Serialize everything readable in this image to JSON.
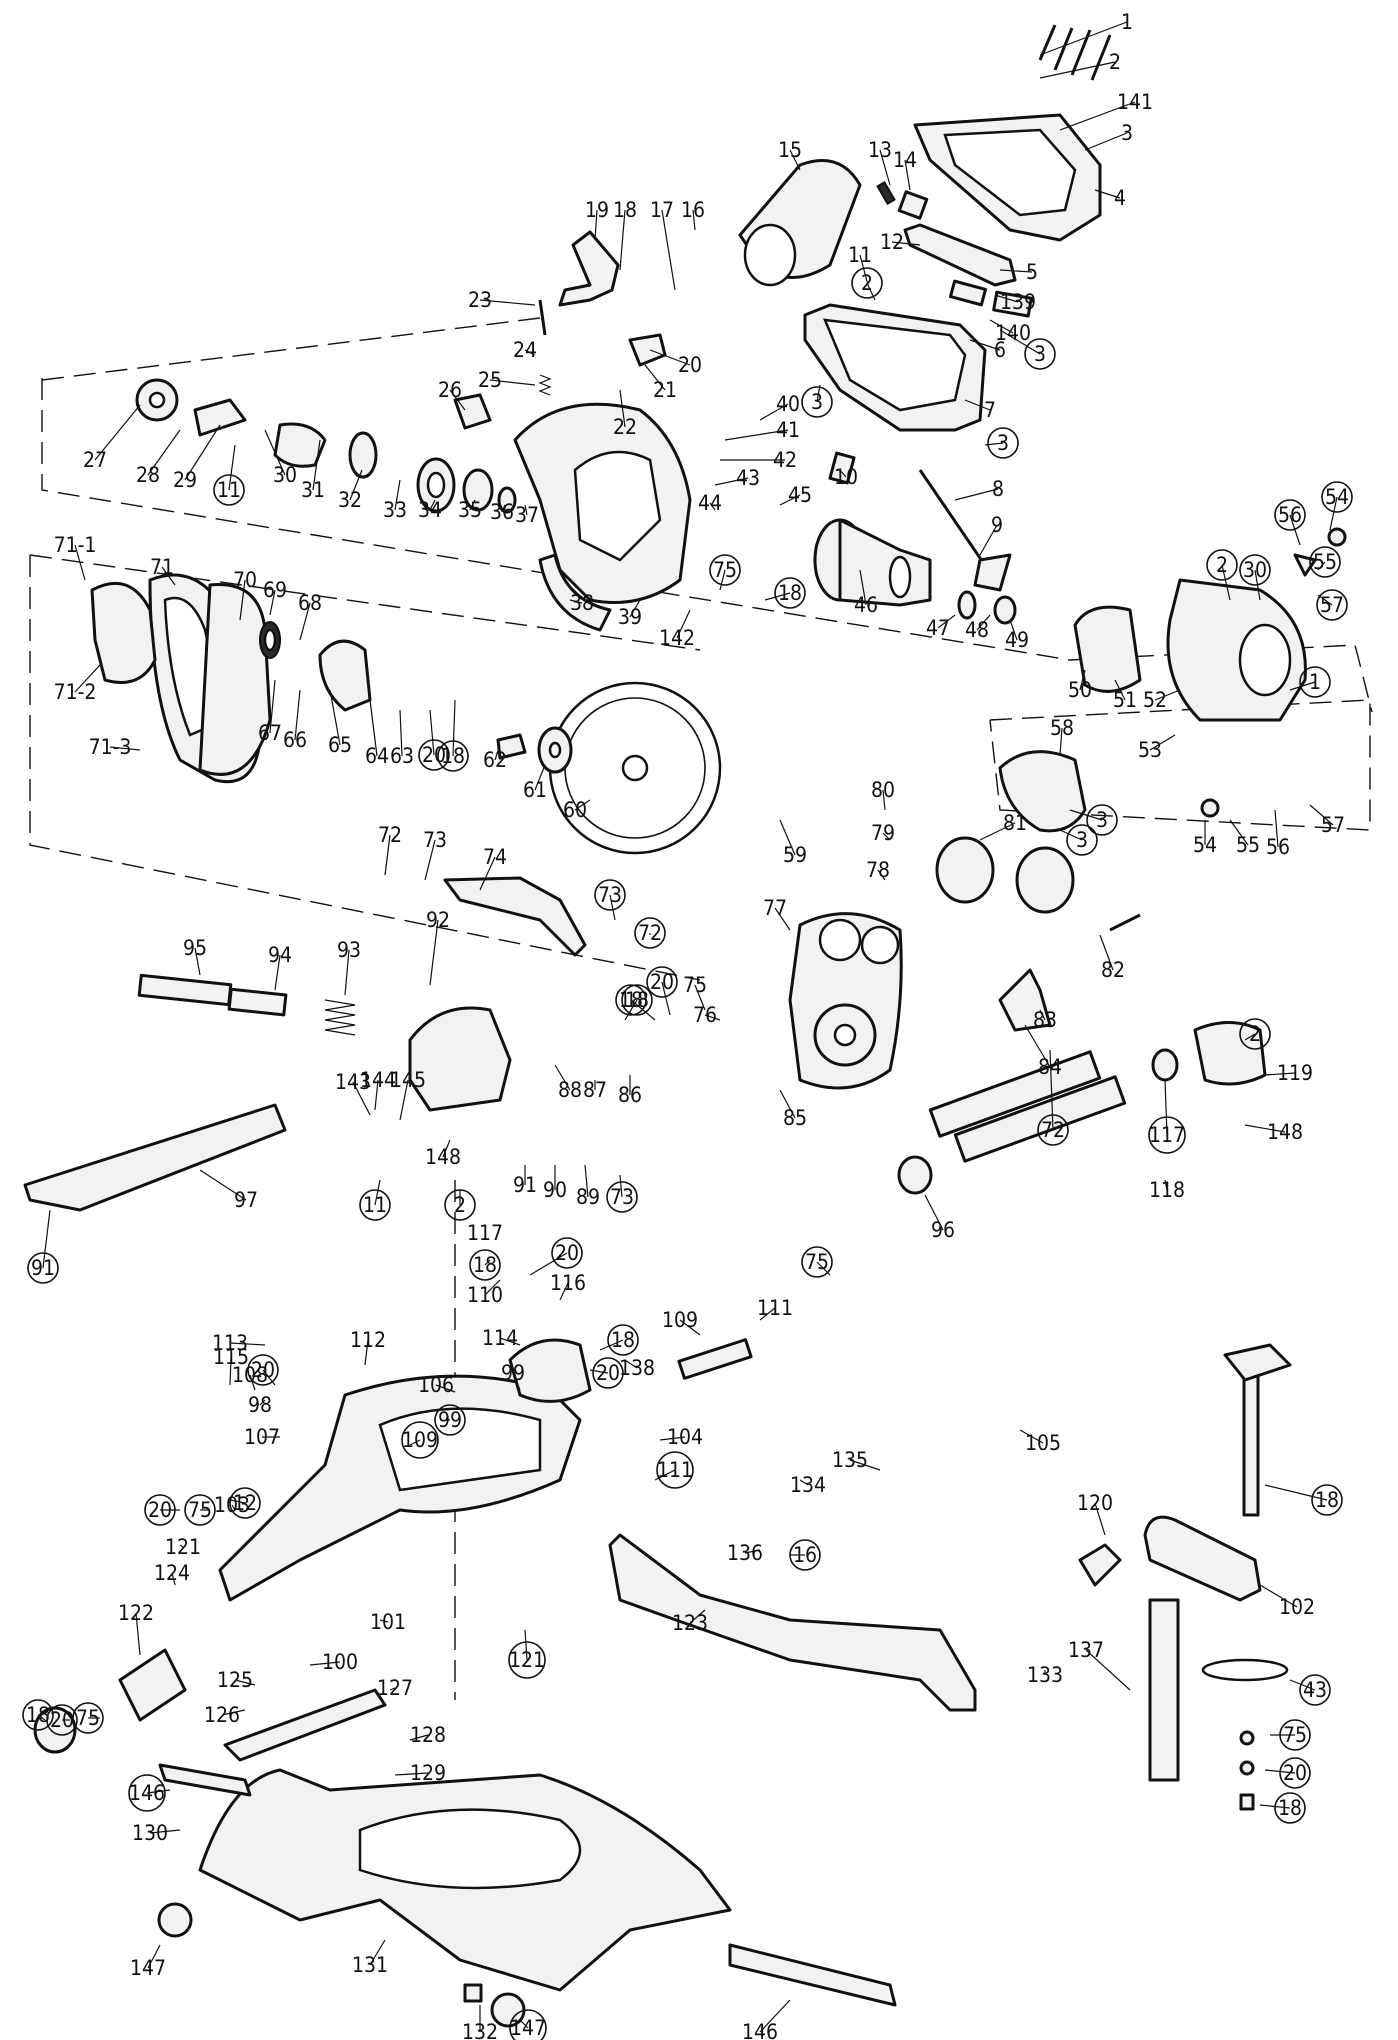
{
  "parts": [
    {
      "label": "1",
      "circled": false
    },
    {
      "label": "2",
      "circled": false
    },
    {
      "label": "141",
      "circled": false
    },
    {
      "label": "3",
      "circled": false
    },
    {
      "label": "4",
      "circled": false
    },
    {
      "label": "13",
      "circled": false
    },
    {
      "label": "14",
      "circled": false
    },
    {
      "label": "15",
      "circled": false
    },
    {
      "label": "5",
      "circled": false
    },
    {
      "label": "12",
      "circled": false
    },
    {
      "label": "11",
      "circled": false
    },
    {
      "label": "2",
      "circled": true
    },
    {
      "label": "139",
      "circled": false
    },
    {
      "label": "140",
      "circled": false
    },
    {
      "label": "3",
      "circled": true
    },
    {
      "label": "6",
      "circled": false
    },
    {
      "label": "19",
      "circled": false
    },
    {
      "label": "18",
      "circled": false
    },
    {
      "label": "17",
      "circled": false
    },
    {
      "label": "16",
      "circled": false
    },
    {
      "label": "23",
      "circled": false
    },
    {
      "label": "24",
      "circled": false
    },
    {
      "label": "20",
      "circled": false
    },
    {
      "label": "21",
      "circled": false
    },
    {
      "label": "25",
      "circled": false
    },
    {
      "label": "22",
      "circled": false
    },
    {
      "label": "26",
      "circled": false
    },
    {
      "label": "3",
      "circled": true
    },
    {
      "label": "7",
      "circled": false
    },
    {
      "label": "40",
      "circled": false
    },
    {
      "label": "41",
      "circled": false
    },
    {
      "label": "3",
      "circled": true
    },
    {
      "label": "42",
      "circled": false
    },
    {
      "label": "43",
      "circled": false
    },
    {
      "label": "10",
      "circled": false
    },
    {
      "label": "8",
      "circled": false
    },
    {
      "label": "27",
      "circled": false
    },
    {
      "label": "28",
      "circled": false
    },
    {
      "label": "29",
      "circled": false
    },
    {
      "label": "11",
      "circled": true
    },
    {
      "label": "30",
      "circled": false
    },
    {
      "label": "31",
      "circled": false
    },
    {
      "label": "32",
      "circled": false
    },
    {
      "label": "33",
      "circled": false
    },
    {
      "label": "34",
      "circled": false
    },
    {
      "label": "35",
      "circled": false
    },
    {
      "label": "36",
      "circled": false
    },
    {
      "label": "37",
      "circled": false
    },
    {
      "label": "44",
      "circled": false
    },
    {
      "label": "45",
      "circled": false
    },
    {
      "label": "9",
      "circled": false
    },
    {
      "label": "54",
      "circled": true
    },
    {
      "label": "56",
      "circled": true
    },
    {
      "label": "55",
      "circled": true
    },
    {
      "label": "57",
      "circled": true
    },
    {
      "label": "71-1",
      "circled": false
    },
    {
      "label": "71",
      "circled": false
    },
    {
      "label": "70",
      "circled": false
    },
    {
      "label": "69",
      "circled": false
    },
    {
      "label": "68",
      "circled": false
    },
    {
      "label": "71-2",
      "circled": false
    },
    {
      "label": "71-3",
      "circled": false
    },
    {
      "label": "67",
      "circled": false
    },
    {
      "label": "66",
      "circled": false
    },
    {
      "label": "65",
      "circled": false
    },
    {
      "label": "64",
      "circled": false
    },
    {
      "label": "63",
      "circled": false
    },
    {
      "label": "20",
      "circled": true
    },
    {
      "label": "18",
      "circled": true
    },
    {
      "label": "38",
      "circled": false
    },
    {
      "label": "39",
      "circled": false
    },
    {
      "label": "75",
      "circled": true
    },
    {
      "label": "18",
      "circled": true
    },
    {
      "label": "142",
      "circled": false
    },
    {
      "label": "46",
      "circled": false
    },
    {
      "label": "47",
      "circled": false
    },
    {
      "label": "48",
      "circled": false
    },
    {
      "label": "49",
      "circled": false
    },
    {
      "label": "2",
      "circled": true
    },
    {
      "label": "30",
      "circled": true
    },
    {
      "label": "1",
      "circled": true
    },
    {
      "label": "50",
      "circled": false
    },
    {
      "label": "51",
      "circled": false
    },
    {
      "label": "52",
      "circled": false
    },
    {
      "label": "53",
      "circled": false
    },
    {
      "label": "3",
      "circled": true
    },
    {
      "label": "59",
      "circled": false
    },
    {
      "label": "62",
      "circled": false
    },
    {
      "label": "61",
      "circled": false
    },
    {
      "label": "60",
      "circled": false
    },
    {
      "label": "58",
      "circled": false
    },
    {
      "label": "3",
      "circled": true
    },
    {
      "label": "54",
      "circled": false
    },
    {
      "label": "55",
      "circled": false
    },
    {
      "label": "56",
      "circled": false
    },
    {
      "label": "57",
      "circled": false
    },
    {
      "label": "80",
      "circled": false
    },
    {
      "label": "79",
      "circled": false
    },
    {
      "label": "78",
      "circled": false
    },
    {
      "label": "81",
      "circled": false
    },
    {
      "label": "72",
      "circled": false
    },
    {
      "label": "73",
      "circled": false
    },
    {
      "label": "74",
      "circled": false
    },
    {
      "label": "73",
      "circled": true
    },
    {
      "label": "72",
      "circled": true
    },
    {
      "label": "77",
      "circled": false
    },
    {
      "label": "82",
      "circled": false
    },
    {
      "label": "95",
      "circled": false
    },
    {
      "label": "94",
      "circled": false
    },
    {
      "label": "93",
      "circled": false
    },
    {
      "label": "92",
      "circled": false
    },
    {
      "label": "18",
      "circled": true
    },
    {
      "label": "20",
      "circled": true
    },
    {
      "label": "75",
      "circled": false
    },
    {
      "label": "76",
      "circled": false
    },
    {
      "label": "83",
      "circled": false
    },
    {
      "label": "84",
      "circled": false
    },
    {
      "label": "119",
      "circled": false
    },
    {
      "label": "18",
      "circled": true
    },
    {
      "label": "2",
      "circled": true
    },
    {
      "label": "143",
      "circled": false
    },
    {
      "label": "144",
      "circled": false
    },
    {
      "label": "145",
      "circled": false
    },
    {
      "label": "88",
      "circled": false
    },
    {
      "label": "87",
      "circled": false
    },
    {
      "label": "86",
      "circled": false
    },
    {
      "label": "85",
      "circled": false
    },
    {
      "label": "117",
      "circled": true
    },
    {
      "label": "148",
      "circled": false
    },
    {
      "label": "148",
      "circled": false
    },
    {
      "label": "97",
      "circled": false
    },
    {
      "label": "11",
      "circled": true
    },
    {
      "label": "2",
      "circled": true
    },
    {
      "label": "91",
      "circled": false
    },
    {
      "label": "90",
      "circled": false
    },
    {
      "label": "89",
      "circled": false
    },
    {
      "label": "73",
      "circled": true
    },
    {
      "label": "72",
      "circled": true
    },
    {
      "label": "118",
      "circled": false
    },
    {
      "label": "91",
      "circled": true
    },
    {
      "label": "96",
      "circled": false
    },
    {
      "label": "117",
      "circled": false
    },
    {
      "label": "18",
      "circled": true
    },
    {
      "label": "20",
      "circled": true
    },
    {
      "label": "110",
      "circled": false
    },
    {
      "label": "75",
      "circled": true
    },
    {
      "label": "116",
      "circled": false
    },
    {
      "label": "111",
      "circled": false
    },
    {
      "label": "114",
      "circled": false
    },
    {
      "label": "109",
      "circled": false
    },
    {
      "label": "113",
      "circled": false
    },
    {
      "label": "18",
      "circled": true
    },
    {
      "label": "112",
      "circled": false
    },
    {
      "label": "20",
      "circled": true
    },
    {
      "label": "99",
      "circled": false
    },
    {
      "label": "138",
      "circled": false
    },
    {
      "label": "115",
      "circled": false
    },
    {
      "label": "20",
      "circled": true
    },
    {
      "label": "108",
      "circled": false
    },
    {
      "label": "106",
      "circled": false
    },
    {
      "label": "98",
      "circled": false
    },
    {
      "label": "99",
      "circled": true
    },
    {
      "label": "107",
      "circled": false
    },
    {
      "label": "109",
      "circled": true
    },
    {
      "label": "105",
      "circled": false
    },
    {
      "label": "104",
      "circled": false
    },
    {
      "label": "111",
      "circled": true
    },
    {
      "label": "135",
      "circled": false
    },
    {
      "label": "18",
      "circled": true
    },
    {
      "label": "20",
      "circled": true
    },
    {
      "label": "75",
      "circled": true
    },
    {
      "label": "103",
      "circled": false
    },
    {
      "label": "12",
      "circled": true
    },
    {
      "label": "134",
      "circled": false
    },
    {
      "label": "120",
      "circled": false
    },
    {
      "label": "16",
      "circled": true
    },
    {
      "label": "121",
      "circled": false
    },
    {
      "label": "136",
      "circled": false
    },
    {
      "label": "102",
      "circled": false
    },
    {
      "label": "124",
      "circled": false
    },
    {
      "label": "101",
      "circled": false
    },
    {
      "label": "122",
      "circled": false
    },
    {
      "label": "123",
      "circled": false
    },
    {
      "label": "121",
      "circled": true
    },
    {
      "label": "133",
      "circled": false
    },
    {
      "label": "137",
      "circled": false
    },
    {
      "label": "43",
      "circled": true
    },
    {
      "label": "125",
      "circled": false
    },
    {
      "label": "100",
      "circled": false
    },
    {
      "label": "18",
      "circled": true
    },
    {
      "label": "20",
      "circled": true
    },
    {
      "label": "75",
      "circled": true
    },
    {
      "label": "126",
      "circled": false
    },
    {
      "label": "127",
      "circled": false
    },
    {
      "label": "75",
      "circled": true
    },
    {
      "label": "128",
      "circled": false
    },
    {
      "label": "20",
      "circled": true
    },
    {
      "label": "129",
      "circled": false
    },
    {
      "label": "18",
      "circled": true
    },
    {
      "label": "146",
      "circled": true
    },
    {
      "label": "130",
      "circled": false
    },
    {
      "label": "147",
      "circled": false
    },
    {
      "label": "131",
      "circled": false
    },
    {
      "label": "132",
      "circled": false
    },
    {
      "label": "147",
      "circled": true
    },
    {
      "label": "146",
      "circled": false
    }
  ]
}
